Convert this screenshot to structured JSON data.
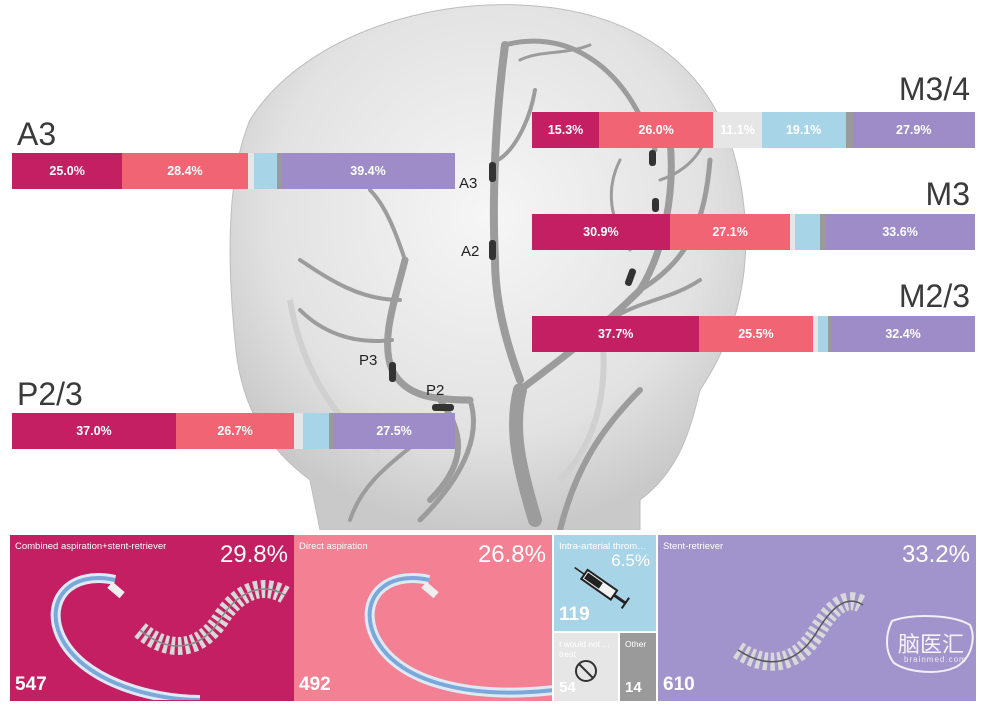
{
  "colors": {
    "combined": "#c41f62",
    "direct": "#f06473",
    "intra_arterial": "#a8d4e8",
    "would_not_treat": "#e6e6e6",
    "other": "#9a9a9a",
    "stent_retriever": "#9d8cc8"
  },
  "segments_order": [
    "combined",
    "direct",
    "would_not_treat",
    "intra_arterial",
    "other",
    "stent_retriever"
  ],
  "regions": [
    {
      "key": "a3",
      "label": "A3",
      "segments": [
        {
          "cat": "combined",
          "value": 25.0,
          "text": "25.0%"
        },
        {
          "cat": "direct",
          "value": 28.4,
          "text": "28.4%"
        },
        {
          "cat": "would_not_treat",
          "value": 1.4,
          "text": ""
        },
        {
          "cat": "intra_arterial",
          "value": 5.3,
          "text": ""
        },
        {
          "cat": "other",
          "value": 0.9,
          "text": ""
        },
        {
          "cat": "stent_retriever",
          "value": 39.4,
          "text": "39.4%"
        }
      ]
    },
    {
      "key": "p23",
      "label": "P2/3",
      "segments": [
        {
          "cat": "combined",
          "value": 37.0,
          "text": "37.0%"
        },
        {
          "cat": "direct",
          "value": 26.7,
          "text": "26.7%"
        },
        {
          "cat": "would_not_treat",
          "value": 1.9,
          "text": ""
        },
        {
          "cat": "intra_arterial",
          "value": 6.0,
          "text": ""
        },
        {
          "cat": "other",
          "value": 0.9,
          "text": ""
        },
        {
          "cat": "stent_retriever",
          "value": 27.5,
          "text": "27.5%"
        }
      ]
    },
    {
      "key": "m34",
      "label": "M3/4",
      "segments": [
        {
          "cat": "combined",
          "value": 15.3,
          "text": "15.3%"
        },
        {
          "cat": "direct",
          "value": 26.0,
          "text": "26.0%"
        },
        {
          "cat": "would_not_treat",
          "value": 11.1,
          "text": "11.1%"
        },
        {
          "cat": "intra_arterial",
          "value": 19.1,
          "text": "19.1%"
        },
        {
          "cat": "other",
          "value": 1.6,
          "text": ""
        },
        {
          "cat": "stent_retriever",
          "value": 27.9,
          "text": "27.9%"
        }
      ]
    },
    {
      "key": "m3",
      "label": "M3",
      "segments": [
        {
          "cat": "combined",
          "value": 30.9,
          "text": "30.9%"
        },
        {
          "cat": "direct",
          "value": 27.1,
          "text": "27.1%"
        },
        {
          "cat": "would_not_treat",
          "value": 1.0,
          "text": ""
        },
        {
          "cat": "intra_arterial",
          "value": 5.6,
          "text": ""
        },
        {
          "cat": "other",
          "value": 1.2,
          "text": ""
        },
        {
          "cat": "stent_retriever",
          "value": 33.6,
          "text": "33.6%"
        }
      ]
    },
    {
      "key": "m23",
      "label": "M2/3",
      "segments": [
        {
          "cat": "combined",
          "value": 37.7,
          "text": "37.7%"
        },
        {
          "cat": "direct",
          "value": 25.5,
          "text": "25.5%"
        },
        {
          "cat": "would_not_treat",
          "value": 1.3,
          "text": ""
        },
        {
          "cat": "intra_arterial",
          "value": 2.2,
          "text": ""
        },
        {
          "cat": "other",
          "value": 0.7,
          "text": ""
        },
        {
          "cat": "stent_retriever",
          "value": 32.4,
          "text": "32.4%"
        }
      ]
    }
  ],
  "vessel_labels": {
    "a3": "A3",
    "a2": "A2",
    "p3": "P3",
    "p2": "P2"
  },
  "tiles": {
    "combined": {
      "name": "Combined aspiration+stent-retriever",
      "pct": "29.8%",
      "count": "547"
    },
    "direct": {
      "name": "Direct aspiration",
      "pct": "26.8%",
      "count": "492"
    },
    "intra_arterial": {
      "name": "Intra-arterial thrombol...",
      "pct": "6.5%",
      "count": "119"
    },
    "would_not_treat": {
      "name": "I would not ... treat",
      "count": "54"
    },
    "other": {
      "name": "Other",
      "count": "14"
    },
    "stent_retriever": {
      "name": "Stent-retriever",
      "pct": "33.2%",
      "count": "610"
    }
  },
  "watermark": {
    "text": "脑医汇",
    "subtext": "brainmed.com"
  }
}
